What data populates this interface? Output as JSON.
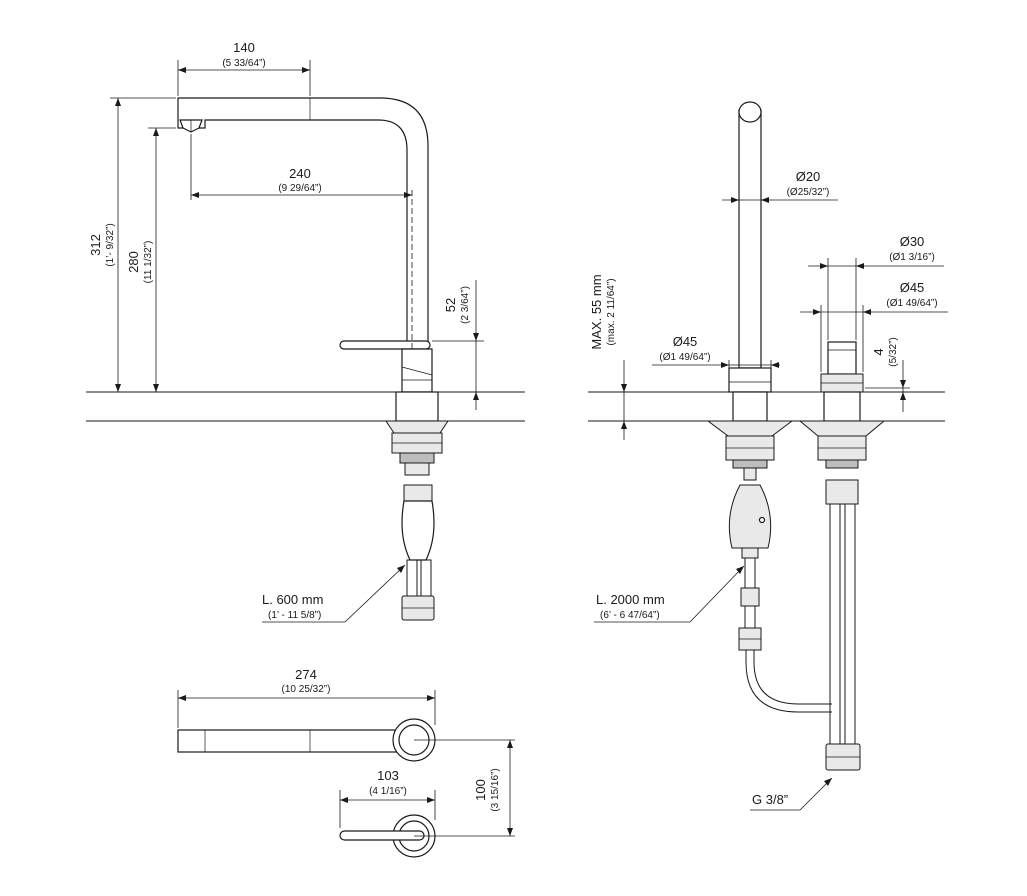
{
  "dimensions": {
    "spout_reach_top": {
      "value": "140",
      "imperial": "(5 33/64”)"
    },
    "spout_reach": {
      "value": "240",
      "imperial": "(9 29/64”)"
    },
    "total_height": {
      "value": "312",
      "imperial": "(1’- 9/32”)"
    },
    "spout_height": {
      "value": "280",
      "imperial": "(11 1/32”)"
    },
    "lever_height": {
      "value": "52",
      "imperial": "(2 3/64”)"
    },
    "hose_left": {
      "value": "L. 600 mm",
      "imperial": "(1’ - 11 5/8”)"
    },
    "plan_length": {
      "value": "274",
      "imperial": "(10 25/32”)"
    },
    "lever_length": {
      "value": "103",
      "imperial": "(4 1/16”)"
    },
    "plan_depth": {
      "value": "100",
      "imperial": "(3 15/16”)"
    },
    "max_deck": {
      "value": "MAX. 55 mm",
      "imperial": "(max. 2 11/64”)"
    },
    "spray_diameter": {
      "value": "Ø20",
      "imperial": "(Ø25/32”)"
    },
    "base_diameter": {
      "value": "Ø45",
      "imperial": "(Ø1 49/64”)"
    },
    "handle_diameter": {
      "value": "Ø30",
      "imperial": "(Ø1 3/16”)"
    },
    "handle_base_diameter": {
      "value": "Ø45",
      "imperial": "(Ø1 49/64”)"
    },
    "handle_base_height": {
      "value": "4",
      "imperial": "(5/32”)"
    },
    "hose_right": {
      "value": "L. 2000 mm",
      "imperial": "(6’ - 6 47/64”)"
    },
    "thread": {
      "value": "G 3/8”"
    }
  }
}
